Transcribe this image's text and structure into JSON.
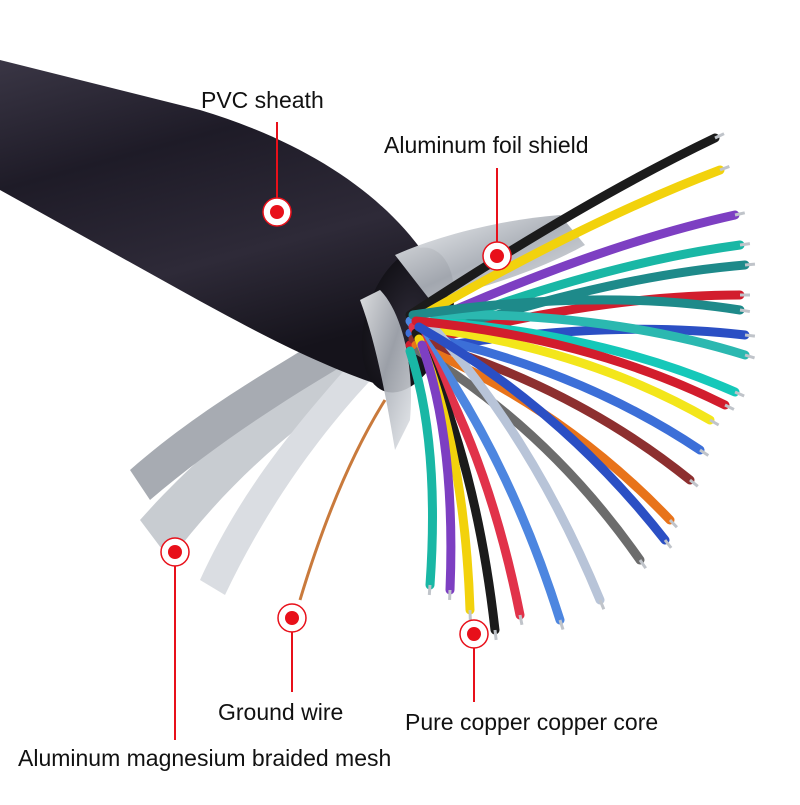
{
  "annotations": [
    {
      "id": "pvc",
      "text": "PVC sheath"
    },
    {
      "id": "foil",
      "text": "Aluminum foil shield"
    },
    {
      "id": "ground",
      "text": "Ground wire"
    },
    {
      "id": "core",
      "text": "Pure copper copper core"
    },
    {
      "id": "mesh",
      "text": "Aluminum magnesium braided mesh"
    }
  ],
  "colors": {
    "marker": "#e8101a",
    "leader": "#e8101a",
    "sheath": "#23202c",
    "foil": "#cfd3d8",
    "braid": "#b8bcc2",
    "ground": "#c97a3c"
  },
  "wire_colors": [
    "#1b1b1b",
    "#f2d20c",
    "#7d3fc2",
    "#19b7a5",
    "#1e8a8a",
    "#d21d2d",
    "#2b4fc4",
    "#2bb8b0",
    "#15c8b9",
    "#f3e61b",
    "#3c6fd8",
    "#8d2f2f",
    "#e8731a",
    "#6c6c6c",
    "#b8c4d8",
    "#4d86e0",
    "#e1324a"
  ]
}
